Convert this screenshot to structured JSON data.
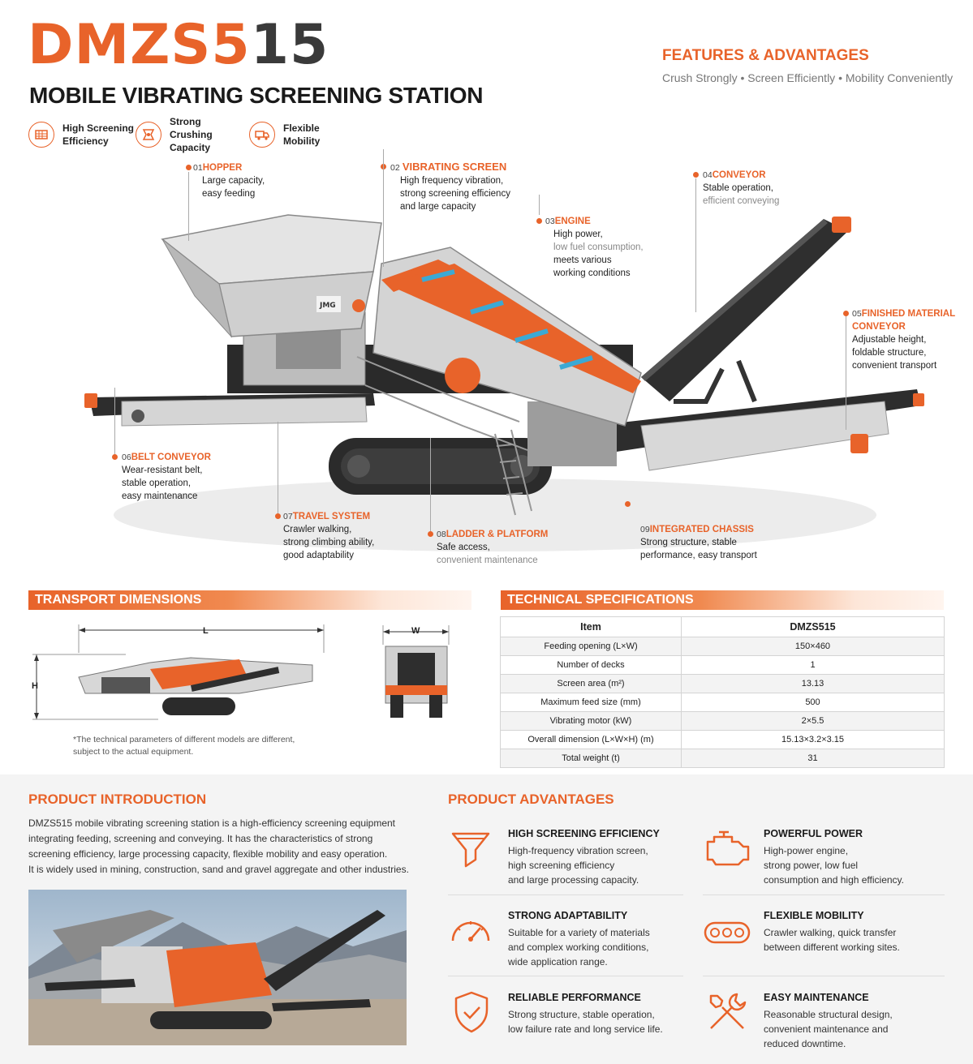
{
  "header": {
    "model_part1": "DMZS5",
    "model_part2": "15",
    "subtitle": "MOBILE VIBRATING SCREENING STATION",
    "features_title": "FEATURES & ADVANTAGES",
    "features_subtitle": "Crush Strongly • Screen Efficiently • Mobility Conveniently"
  },
  "highlights": [
    {
      "line1": "High Screening",
      "line2": "Efficiency",
      "icon": "screen-icon"
    },
    {
      "line1": "Strong Crushing",
      "line2": "Capacity",
      "icon": "crusher-icon"
    },
    {
      "line1": "Flexible",
      "line2": "Mobility",
      "icon": "truck-icon"
    }
  ],
  "machine": {
    "brand_mark": "JMG"
  },
  "callouts": {
    "hopper": {
      "num": "01",
      "title": "HOPPER",
      "l1": "Large capacity,",
      "l2": "easy feeding"
    },
    "vibrating_screen": {
      "num": "02",
      "title": "VIBRATING SCREEN",
      "l1": "High frequency vibration,",
      "l2": "strong screening efficiency",
      "l3": "and large capacity"
    },
    "engine": {
      "num": "03",
      "title": "ENGINE",
      "l1": "High power,",
      "l2": "low fuel consumption,",
      "l3": "meets various",
      "l4": "working conditions"
    },
    "conveyor": {
      "num": "04",
      "title": "CONVEYOR",
      "l1": "Stable operation,",
      "l2": "efficient conveying"
    },
    "finished_conveyor": {
      "num": "05",
      "title": "FINISHED MATERIAL",
      "title2": "CONVEYOR",
      "l1": "Adjustable height,",
      "l2": "foldable structure,",
      "l3": "convenient transport"
    },
    "belt_conveyor": {
      "num": "06",
      "title": "BELT CONVEYOR",
      "l1": "Wear-resistant belt,",
      "l2": "stable operation,",
      "l3": "easy maintenance"
    },
    "travel_system": {
      "num": "07",
      "title": "TRAVEL SYSTEM",
      "l1": "Crawler walking,",
      "l2": "strong climbing ability,",
      "l3": "good adaptability"
    },
    "ladder": {
      "num": "08",
      "title": "LADDER & PLATFORM",
      "l1": "Safe access,",
      "l2": "convenient maintenance"
    },
    "chassis": {
      "num": "09",
      "title": "INTEGRATED CHASSIS",
      "l1": "Strong structure, stable",
      "l2": "performance, easy transport"
    }
  },
  "transport": {
    "title": "TRANSPORT DIMENSIONS",
    "label_l": "L",
    "label_w": "W",
    "label_h": "H",
    "note_l1": "*The technical parameters of different models are different,",
    "note_l2": "subject to the actual equipment."
  },
  "specs": {
    "title": "TECHNICAL SPECIFICATIONS",
    "col_item": "Item",
    "col_model": "DMZS515",
    "rows": [
      {
        "item": "Feeding opening (L×W)",
        "value": "150×460"
      },
      {
        "item": "Number of decks",
        "value": "1"
      },
      {
        "item": "Screen area (m²)",
        "value": "13.13"
      },
      {
        "item": "Maximum feed size (mm)",
        "value": "500"
      },
      {
        "item": "Vibrating motor (kW)",
        "value": "2×5.5"
      },
      {
        "item": "Overall dimension (L×W×H) (m)",
        "value": "15.13×3.2×3.15"
      },
      {
        "item": "Total weight (t)",
        "value": "31"
      }
    ]
  },
  "intro": {
    "title": "PRODUCT INTRODUCTION",
    "l1": "DMZS515 mobile vibrating screening station is a high-efficiency screening equipment",
    "l2": "integrating feeding, screening and conveying. It has the characteristics of strong",
    "l3": "screening efficiency, large processing capacity, flexible mobility and easy operation.",
    "l4": "It is widely used in mining, construction, sand and gravel aggregate and other industries."
  },
  "advantages": {
    "title": "PRODUCT ADVANTAGES",
    "items": [
      {
        "title": "HIGH SCREENING EFFICIENCY",
        "l1": "High-frequency vibration screen,",
        "l2": "high screening efficiency",
        "l3": "and large processing capacity.",
        "icon": "funnel-icon"
      },
      {
        "title": "POWERFUL POWER",
        "l1": "High-power engine,",
        "l2": "strong power, low fuel",
        "l3": "consumption and high efficiency.",
        "icon": "engine-icon"
      },
      {
        "title": "STRONG ADAPTABILITY",
        "l1": "Suitable for a variety of materials",
        "l2": "and complex working conditions,",
        "l3": "wide application range.",
        "icon": "gauge-icon"
      },
      {
        "title": "FLEXIBLE MOBILITY",
        "l1": "Crawler walking, quick transfer",
        "l2": "between different working sites.",
        "l3": "",
        "icon": "crawler-track-icon"
      },
      {
        "title": "RELIABLE PERFORMANCE",
        "l1": "Strong structure, stable operation,",
        "l2": "low failure rate and long service life.",
        "l3": "",
        "icon": "shield-check-icon"
      },
      {
        "title": "EASY MAINTENANCE",
        "l1": "Reasonable structural design,",
        "l2": "convenient maintenance and",
        "l3": "reduced downtime.",
        "icon": "tools-icon"
      }
    ]
  },
  "colors": {
    "accent": "#e8632a",
    "dark": "#2b2b2b",
    "steel": "#cfcfcf"
  }
}
